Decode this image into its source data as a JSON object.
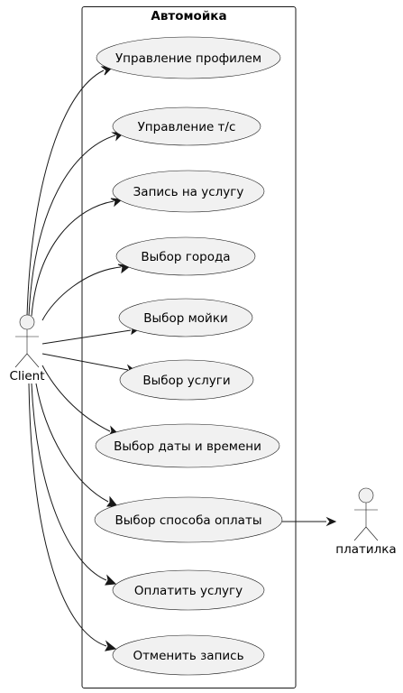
{
  "system": {
    "title": "Автомойка"
  },
  "actors": {
    "client": {
      "label": "Client"
    },
    "payment": {
      "label": "платилка"
    }
  },
  "use_cases": [
    {
      "id": "profile",
      "label": "Управление профилем"
    },
    {
      "id": "vehicle",
      "label": "Управление т/с"
    },
    {
      "id": "booking",
      "label": "Запись на услугу"
    },
    {
      "id": "city",
      "label": "Выбор города"
    },
    {
      "id": "wash",
      "label": "Выбор мойки"
    },
    {
      "id": "service",
      "label": "Выбор услуги"
    },
    {
      "id": "datetime",
      "label": "Выбор даты и времени"
    },
    {
      "id": "payment-method",
      "label": "Выбор способа оплаты"
    },
    {
      "id": "pay",
      "label": "Оплатить услугу"
    },
    {
      "id": "cancel",
      "label": "Отменить запись"
    }
  ],
  "associations": [
    {
      "from": "client",
      "to": "profile"
    },
    {
      "from": "client",
      "to": "vehicle"
    },
    {
      "from": "client",
      "to": "booking"
    },
    {
      "from": "client",
      "to": "city"
    },
    {
      "from": "client",
      "to": "wash"
    },
    {
      "from": "client",
      "to": "service"
    },
    {
      "from": "client",
      "to": "datetime"
    },
    {
      "from": "client",
      "to": "payment-method"
    },
    {
      "from": "client",
      "to": "pay"
    },
    {
      "from": "client",
      "to": "cancel"
    },
    {
      "from": "payment-method",
      "to": "payment"
    }
  ],
  "colors": {
    "fill": "#f1f1f1",
    "stroke": "#181818",
    "text": "#000000",
    "background": "#ffffff"
  }
}
